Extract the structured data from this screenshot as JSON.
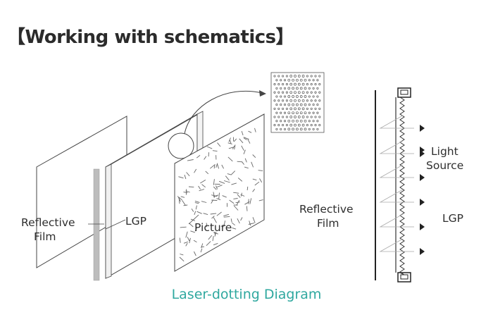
{
  "title": "【Working with schematics】",
  "labels": {
    "reflective_film_line1": "Reflective",
    "reflective_film_line2": "Film",
    "lgp": "LGP",
    "picture": "Picture",
    "reflective_film_right_line1": "Reflective",
    "reflective_film_right_line2": "Film",
    "light_source_line1": "Light",
    "light_source_line2": "Source",
    "lgp_right": "LGP"
  },
  "caption": "Laser-dotting Diagram",
  "colors": {
    "caption": "#2fa89f",
    "title": "#2b2b2b",
    "line": "#333333"
  }
}
